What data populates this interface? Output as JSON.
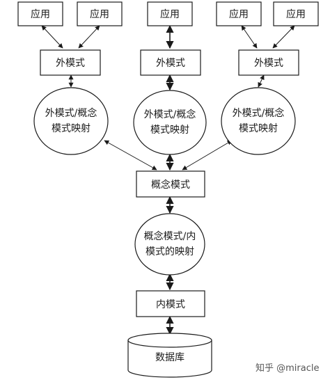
{
  "apps": [
    "应用",
    "应用",
    "应用",
    "应用",
    "应用"
  ],
  "external_schemas": [
    "外模式",
    "外模式",
    "外模式"
  ],
  "ext_conceptual_mappings": [
    [
      "外模式/概念",
      "模式映射"
    ],
    [
      "外模式/概念",
      "模式映射"
    ],
    [
      "外模式/概念",
      "模式映射"
    ]
  ],
  "conceptual_schema": "概念模式",
  "conceptual_internal_mapping": [
    "概念模式/内",
    "模式的映射"
  ],
  "internal_schema": "内模式",
  "database": "数据库",
  "watermark": "知乎 @miracle"
}
